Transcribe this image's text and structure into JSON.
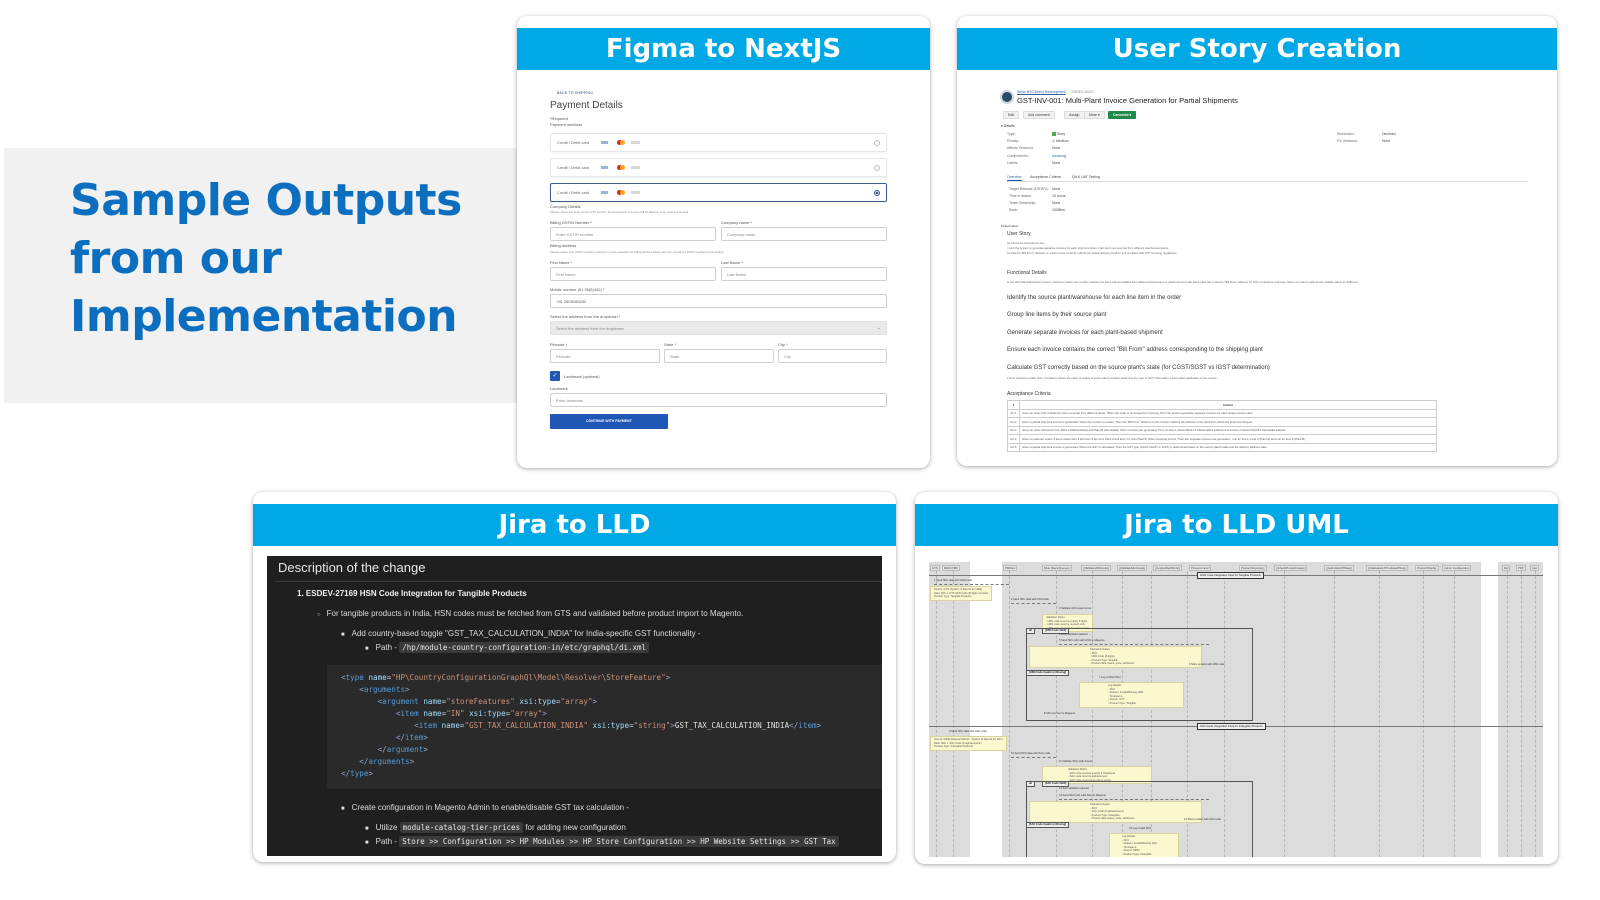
{
  "slide": {
    "title_lines": [
      "Sample Outputs",
      "from our",
      "Implementation"
    ],
    "accent_color": "#0b6ebf",
    "card_header_color": "#00a9e6"
  },
  "cards": {
    "figma": {
      "title": "Figma to  NextJS"
    },
    "story": {
      "title": "User Story Creation"
    },
    "lld": {
      "title": "Jira to LLD"
    },
    "uml": {
      "title": "Jira to LLD UML"
    }
  },
  "figma_form": {
    "back_link": "BACK TO SHIPPING",
    "heading": "Payment Details",
    "required_note": "*Required",
    "payment_methods_label": "Payment methods",
    "payment_options": [
      {
        "label": "Credit / Debit card",
        "selected": false
      },
      {
        "label": "Credit / Debit card",
        "selected": false
      },
      {
        "label": "Credit / Debit card",
        "selected": true
      }
    ],
    "company_details_label": "Company Details",
    "company_hint": "Please ensure you enter correct GST number. No amendment to invoice will be allowed, once order is executed.",
    "gstin_label": "Billing GSTIN Number *",
    "gstin_placeholder": "Enter GSTIN number",
    "company_label": "Company name *",
    "company_placeholder": "Company name",
    "billing_address_label": "Billing Address",
    "billing_hint": "Please ensure your GSTIN number is keyed in to auto-populate the billing address linked with your company's GSTIN registered information",
    "first_name_label": "First Name *",
    "first_name_placeholder": "First Name",
    "last_name_label": "Last Name *",
    "last_name_placeholder": "Last Name",
    "mobile_label": "Mobile number (91 26(5)432) *",
    "mobile_value": "+91 2605165432",
    "address_dd_label": "Select the address from the dropdown *",
    "address_dd_value": "Select the address from the dropdown",
    "pincode_label": "Pincode *",
    "pincode_placeholder": "Pincode",
    "state_label": "State *",
    "state_placeholder": "State",
    "city_label": "City *",
    "city_placeholder": "City",
    "landmark_checkbox_label": "Landmark (optional)",
    "landmark_label": "Landmark",
    "landmark_placeholder": "Enter landmark",
    "continue_button": "CONTINUE WITH PAYMENT"
  },
  "jira_story": {
    "breadcrumb_project": "Strike B2C Direct Development",
    "breadcrumb_key": "ESDEV-26407",
    "title": "GST-INV-001: Multi-Plant Invoice Generation for Partial Shipments",
    "toolbar": [
      "Edit",
      "Add comment",
      "Assign",
      "More ▾"
    ],
    "status": "Canceled ▾",
    "details_label": "Details",
    "fields": [
      {
        "label": "Type:",
        "value": "Story"
      },
      {
        "label": "Priority:",
        "value": "Medium"
      },
      {
        "label": "Affects Version/s:",
        "value": "None"
      },
      {
        "label": "Component/s:",
        "value": "Invoicing"
      },
      {
        "label": "Labels:",
        "value": "None"
      }
    ],
    "right_fields": [
      {
        "label": "Resolution:",
        "value": "Declined"
      },
      {
        "label": "Fix Version/s:",
        "value": "None"
      }
    ],
    "tabs": [
      "Overview",
      "Acceptance Criteria",
      "QA & UAT Testing"
    ],
    "overview_fields": [
      {
        "label": "Target Release (ESDEV):",
        "value": "None"
      },
      {
        "label": "Time in status:",
        "value": "15 hours"
      },
      {
        "label": "Team Ownership:",
        "value": "None"
      },
      {
        "label": "Rank:",
        "value": "1i02lfbw"
      }
    ],
    "description_label": "Description",
    "user_story_heading": "User Story",
    "user_story_lines": [
      "As a Finance Operations User,",
      "I want the system to generate separate invoices for each shipment when order items are sourced from different warehouses/plants,",
      "So that the \"Bill From\" address on each invoice correctly reflects the actual shipping location and complies with GST invoicing regulations."
    ],
    "functional_heading": "Functional Details",
    "functional_text": "In the HP India Strike-Direct project, customer orders may contain multiple line items that are fulfilled from different warehouses or plants across India. Each plant has a distinct \"Bill From\" address for GST compliance purposes. When an order is split across multiple plants for fulfilment",
    "requirements": [
      "Identify the source plant/warehouse for each line item in the order",
      "Group line items by their source plant",
      "Generate separate invoices for each plant-based shipment",
      "Ensure each invoice contains the correct \"Bill From\" address corresponding to the shipping plant",
      "Calculate GST correctly based on the source plant's state (for CGST/SGST vs IGST determination)"
    ],
    "gst_note": "This is critical for Indian GST compliance where the place of supply and the seller's location determine the type of GST (intra-state vs inter-state) applicable on the invoice.",
    "acceptance_heading": "Acceptance Criteria",
    "ac_columns": [
      "#",
      "Criteria"
    ],
    "ac_rows": [
      {
        "id": "AC-1",
        "text": "Given an order with multiple line items sourced from different plants, When the order is processed for invoicing, Then the system generates separate invoices for each unique source plant"
      },
      {
        "id": "AC-2",
        "text": "Given a partial shipment invoice is generated, When the invoice is created, Then the \"Bill From\" address on the invoice matches the address of the plant from which the items are shipped"
      },
      {
        "id": "AC-3",
        "text": "Given an order with items from Plant A (Maharashtra) and Plant B (Karnataka), When invoices are generated, Then invoice 1 shows Plant A's Maharashtra address and invoice 2 shows Plant B's Karnataka address"
      },
      {
        "id": "AC-4",
        "text": "Given a customer orders 3 items where item 1 and item 2 are from Plant A and item 3 is from Plant B, When invoicing occurs, Then two separate invoices are generated - one for items 1 and 2 (Plant A) and one for item 3 (Plant B)"
      },
      {
        "id": "AC-5",
        "text": "Given a partial shipment invoice is generated, When the GST is calculated, Then the GST type (CGST+SGST or IGST) is determined based on the source plant's state and the delivery address state"
      }
    ]
  },
  "lld": {
    "heading": "Description of the change",
    "item_1": "1. ESDEV-27169 HSN Code Integration for Tangible Products",
    "sub_1": "For tangible products in India, HSN codes must be fetched from GTS and validated before product import to Magento.",
    "bullet_1": "Add country-based toggle \"GST_TAX_CALCULATION_INDIA\" for India-specific GST functionality -",
    "path_label": "Path -",
    "path_1": "/hp/module-country-configuration-in/etc/graphql/di.xml",
    "code": {
      "type_name": "HP\\CountryConfigurationGraphQl\\Model\\Resolver\\StoreFeature",
      "argument_name": "storeFeatures",
      "argument_type": "array",
      "item_in_name": "IN",
      "item_in_type": "array",
      "item_name": "GST_TAX_CALCULATION_INDIA",
      "item_type": "string",
      "item_value": "GST_TAX_CALCULATION_INDIA"
    },
    "bullet_2": "Create configuration in Magento Admin to enable/disable GST tax calculation -",
    "utilize_label": "Utilize",
    "utilize_code": "module-catalog-tier-prices",
    "utilize_suffix": "for adding new configuration",
    "path_2": "Store >> Configuration >> HP Modules >> HP Store Configuration >> HP Website Settings >> GST Tax"
  },
  "uml": {
    "participants": [
      "GTS",
      "MDM (NBI)",
      "PIM/dec",
      "Mule (Recv/Queues)",
      "{{ValidateHSNCode}}",
      "{{ValidateSACCode}}",
      "{{LogVerifiedSKUs}}",
      "Product Import",
      "Product Repository",
      "{{CheckProductCodes}}",
      "{{GetIndiaGSTRate}}",
      "{{CalculateGSTIncludedPrice}}",
      "Product Display",
      "Admin Configuration",
      "Ref",
      "PDP",
      "Cart"
    ],
    "section_1": "HSN Code Integration Flow for Tangible Products",
    "section_2": "SAC Code Integration Flow for Intangible Products",
    "messages_1": [
      "1 Send SKU data with HSN code",
      "2 Send SKU data with HSN code",
      "3 Validate HSN code format",
      "4 HSN validation passed",
      "5 Send SKU with valid HSN to Magento",
      "6 Store product with HSN code",
      "7 Log verified SKU",
      "8 SKU not sent to Magento"
    ],
    "notes_1": [
      "Source: GTS (System of Record for HSN)\nData: SKU + GTS HSN Code (8 digits numeric)\nProduct Type: Tangible Products",
      "Validation Rules:\n- HSN code must be exactly 8 digits\n- HSN code must be numeric only\n- HSN code must not be null or empty",
      "Payload includes:\n- SKU\n- HSN Code (8 digits)\n- Product Type: Tangible\n- Product data (name, price, attributes)",
      "Log Details:\n- SKU\n- Reason: Invalid/Missing HSN\n- Timestamp\n- Source: GTS\n- Product Type: Tangible"
    ],
    "frames_1": [
      "alt",
      "[HSN Code Valid]",
      "[HSN Code Invalid or Missing]"
    ],
    "messages_2": [
      "9 Send SKU data with SAC code",
      "10 Send SKU data with SAC code",
      "11 Validate SAC code format",
      "12 SAC validation passed",
      "13 Send SKU with valid SAC to Magento",
      "14 Store product with SAC code",
      "15 Log invalid SKU"
    ],
    "notes_2": [
      "Source: MDM (Material Master - System of Record for SAC)\nData: SKU + SAC Code (6 alphanumeric)\nProduct Type: Intangible Products",
      "Validation Rules:\n- SAC code must be exactly 6 characters\n- SAC code must be alphanumeric\n- SAC code must not be null or empty",
      "Payload includes:\n- SKU\n- SAC Code (6 alphanumeric)\n- Product Type: Intangible\n- Product data (name, price, attributes)",
      "Log Details:\n- SKU\n- Reason: Invalid/Missing SAC\n- Timestamp\n- Source: MDM\n- Product Type: Intangible"
    ],
    "frames_2": [
      "alt",
      "[SAC Code Valid]",
      "[SAC Code Invalid or Missing]"
    ]
  }
}
